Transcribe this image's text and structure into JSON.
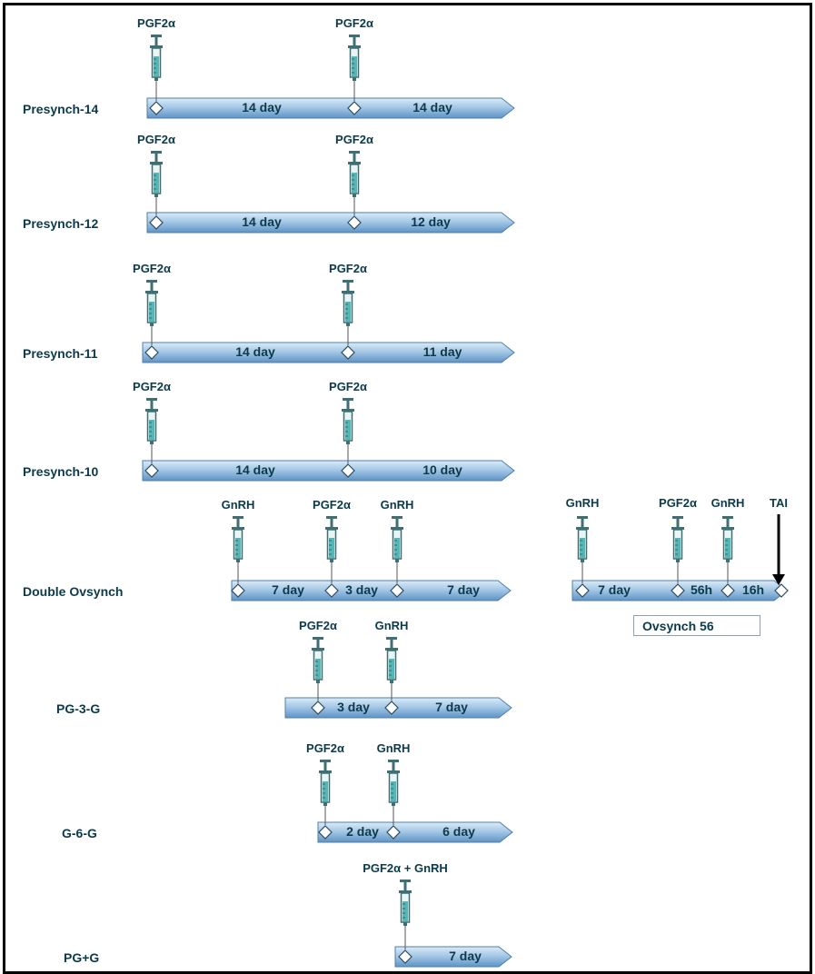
{
  "rows": [
    {
      "id": "presynch-14",
      "label": "Presynch-14",
      "injections": [
        {
          "id": "pgf2a-1",
          "name": "PGF2α"
        },
        {
          "id": "pgf2a-2",
          "name": "PGF2α"
        }
      ],
      "intervals": [
        "14  day",
        "14  day"
      ]
    },
    {
      "id": "presynch-12",
      "label": "Presynch-12",
      "injections": [
        {
          "id": "pgf2a-1",
          "name": "PGF2α"
        },
        {
          "id": "pgf2a-2",
          "name": "PGF2α"
        }
      ],
      "intervals": [
        "14  day",
        "12  day"
      ]
    },
    {
      "id": "presynch-11",
      "label": "Presynch-11",
      "injections": [
        {
          "id": "pgf2a-1",
          "name": "PGF2α"
        },
        {
          "id": "pgf2a-2",
          "name": "PGF2α"
        }
      ],
      "intervals": [
        "14  day",
        "11  day"
      ]
    },
    {
      "id": "presynch-10",
      "label": "Presynch-10",
      "injections": [
        {
          "id": "pgf2a-1",
          "name": "PGF2α"
        },
        {
          "id": "pgf2a-2",
          "name": "PGF2α"
        }
      ],
      "intervals": [
        "14  day",
        "10  day"
      ]
    },
    {
      "id": "double-ovsynch",
      "label": "Double Ovsynch",
      "injections": [
        {
          "id": "gnrh-1",
          "name": "GnRH"
        },
        {
          "id": "pgf2a",
          "name": "PGF2α"
        },
        {
          "id": "gnrh-2",
          "name": "GnRH"
        }
      ],
      "intervals": [
        "7 day",
        "3  day",
        "7 day"
      ]
    },
    {
      "id": "pg-3-g",
      "label": "PG-3-G",
      "injections": [
        {
          "id": "pgf2a",
          "name": "PGF2α"
        },
        {
          "id": "gnrh",
          "name": "GnRH"
        }
      ],
      "intervals": [
        "3  day",
        "7 day"
      ]
    },
    {
      "id": "g-6-g",
      "label": "G-6-G",
      "injections": [
        {
          "id": "pgf2a",
          "name": "PGF2α"
        },
        {
          "id": "gnrh",
          "name": "GnRH"
        }
      ],
      "intervals": [
        "2  day",
        "6 day"
      ]
    },
    {
      "id": "pg-g",
      "label": "PG+G",
      "injections": [
        {
          "id": "pgf2a-gnrh",
          "name": "PGF2α + GnRH"
        }
      ],
      "intervals": [
        "7 day"
      ]
    }
  ],
  "ovsynch56": {
    "title": "Ovsynch 56",
    "injections": [
      {
        "id": "gnrh-1",
        "name": "GnRH"
      },
      {
        "id": "pgf2a",
        "name": "PGF2α"
      },
      {
        "id": "gnrh-2",
        "name": "GnRH"
      }
    ],
    "insemination": "TAI",
    "intervals": [
      "7 day",
      "56h",
      "16h"
    ]
  },
  "colors": {
    "bar_top": "#dcebf7",
    "bar_mid": "#9fc4e4",
    "bar_bottom": "#5f93c3",
    "bar_border": "#4d7fae",
    "text": "#0b3a4a",
    "syringe_body": "#3f6f73",
    "syringe_fluid": "#54b6b5",
    "frame": "#000000"
  }
}
